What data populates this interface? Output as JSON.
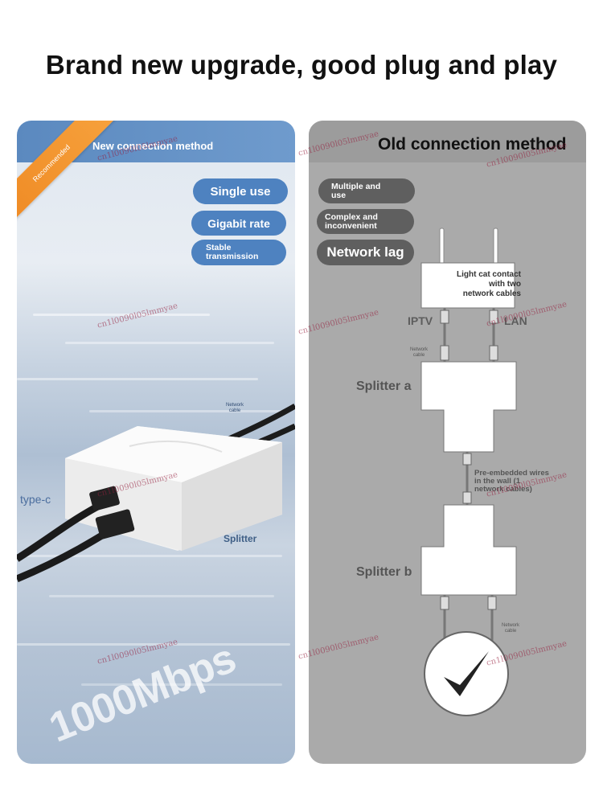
{
  "headline": "Brand new upgrade, good plug and play",
  "new_method": {
    "title": "New connection method",
    "ribbon": "Recommended",
    "features": [
      "Single use",
      "Gigabit rate",
      "Stable\ntransmission"
    ],
    "cable_label": "Network\ncable",
    "typec_label": "type-c",
    "splitter_label": "Splitter",
    "speed_text": "1000Mbps"
  },
  "old_method": {
    "title": "Old connection method",
    "drawbacks": [
      "Multiple and\nuse",
      "Complex and\ninconvenient",
      "Network lag"
    ],
    "light_cat_text": "Light cat contact\nwith two\nnetwork cables",
    "port_iptv": "IPTV",
    "port_lan": "LAN",
    "cable_label_top": "Network\ncable",
    "splitter_a": "Splitter a",
    "splitter_b": "Splitter b",
    "wire_text": "Pre-embedded wires\nin the wall (1\nnetwork cables)",
    "cable_label_bottom": "Network\ncable"
  },
  "watermark": "cn1l0090l05lmmyae",
  "colors": {
    "accent_blue": "#4e82c0",
    "ribbon_orange": "#ef8a24",
    "old_panel_gray": "#aaaaaa",
    "pill_dark": "#5f5f5f"
  }
}
